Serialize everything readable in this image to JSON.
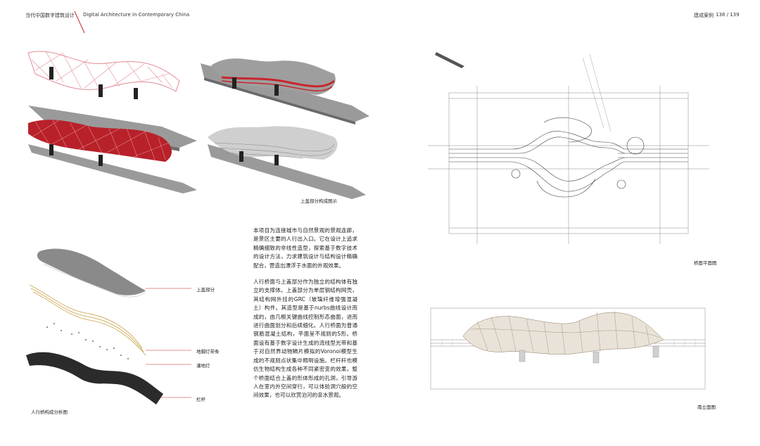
{
  "header": {
    "title_cn": "当代中国数字建筑设计",
    "title_en": "Digital Architecture in Contemporary China",
    "section": "建成案例",
    "page_numbers": "138 / 139"
  },
  "captions": {
    "top_composition": "上盖部分构成图示",
    "structure_analysis": "人行桥构成分析图",
    "plan": "桥面平面图",
    "elevation": "南立面图"
  },
  "callouts": [
    {
      "label": "上盖部分"
    },
    {
      "label": "地脚灯带条"
    },
    {
      "label": "灌地灯"
    },
    {
      "label": "栏杆"
    }
  ],
  "body": {
    "paragraph1": "本项目为连接城市与自然景观的景观连廊，是景区主要的人行出入口。它在设计上追求精确细致的非线性造型，探索基于数字技术的设计方法，力求建筑设计与结构设计精确配合，营造出漂浮于水面的外观效果。",
    "paragraph2": "人行桥面与上盖部分作为独立的结构体有独立的支撑体。上盖部分为单层钢结构网壳，其结构网外挂的GRC（玻璃纤维增强混凝土）构件。其造型是基于nurbs曲线设计而成的，由几根关键曲线控制形态曲面，进而进行曲面划分和后续细化。人行桥面为普通钢筋混凝土结构，平面呈不规则的S形。桥面设有基于数字设计生成的流线型光带和基于对自然界动物鳞片模拟的Voronoi模型生成的不规则点状集中照明设施。栏杆杆也模仿生物结构生成各种不同紧密变的效果。整个桥面结合上盖的形体形成的孔洞，引导游人在室内外空间穿行，可以体验洞穴般的空间效果，也可以欣赏泊河的亲水景观。"
  },
  "colors": {
    "accent_red": "#c8262c",
    "mesh_pink": "#e38a94",
    "shell_grey": "#8a8a8a",
    "deck_grey": "#9a9a9a",
    "line_gold": "#c9a24a",
    "deck_dark": "#2b2b2b"
  }
}
